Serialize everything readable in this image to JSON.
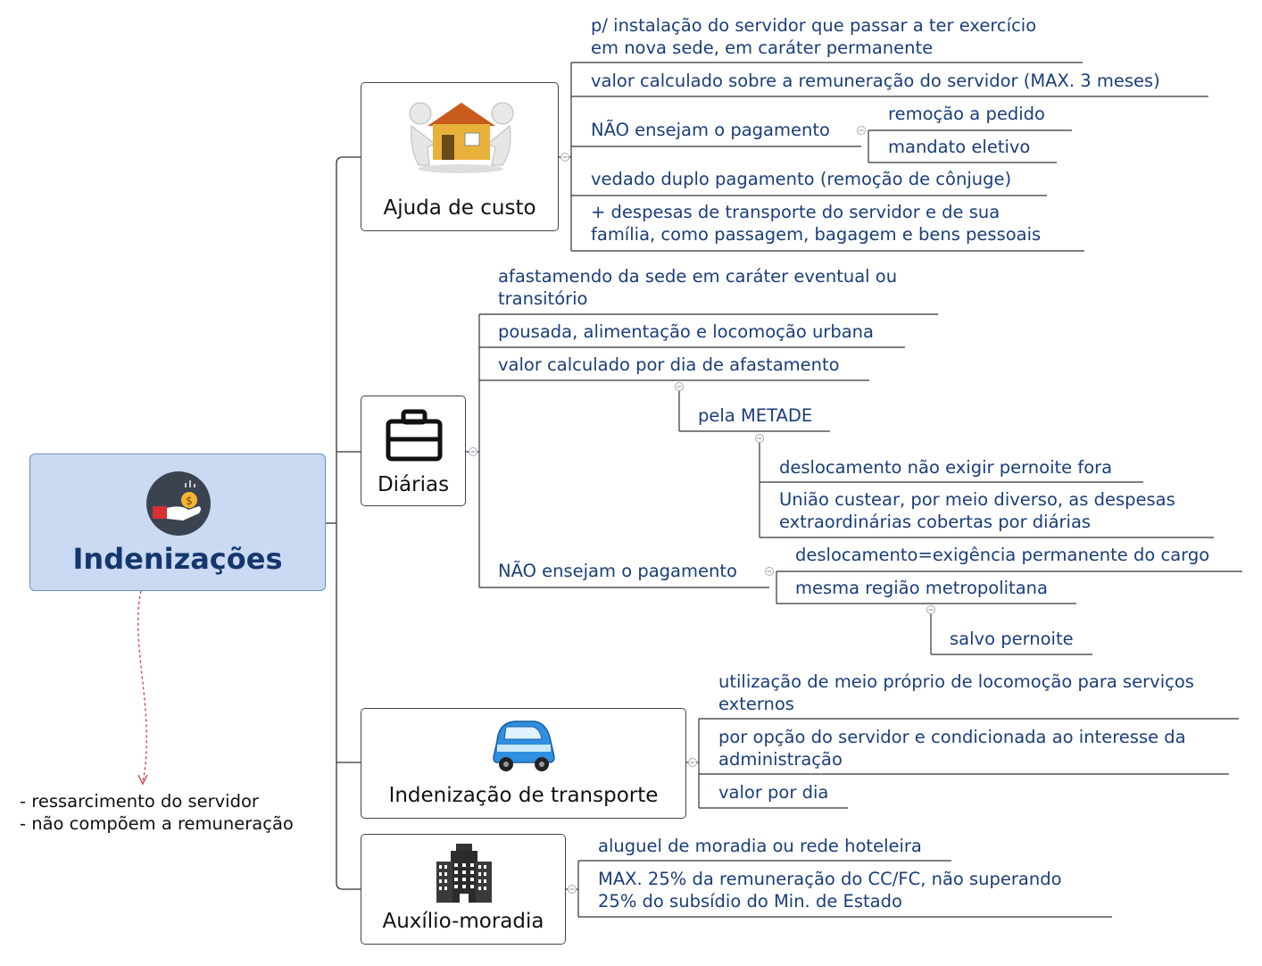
{
  "root": {
    "title": "Indenizações",
    "icon": "money-hand-icon"
  },
  "note": {
    "lines": [
      "- ressarcimento do servidor",
      "- não compõem a remuneração"
    ]
  },
  "ajuda": {
    "label": "Ajuda de custo",
    "icon": "house-moving-icon",
    "items": [
      "p/ instalação do servidor que passar a ter exercício",
      "em nova sede, em caráter permanente",
      "valor calculado sobre a remuneração do servidor (MAX. 3 meses)",
      "NÃO ensejam o pagamento",
      "remoção a pedido",
      "mandato eletivo",
      "vedado duplo pagamento (remoção de cônjuge)",
      "+ despesas de transporte do servidor e de sua",
      "família, como passagem, bagagem e bens pessoais"
    ]
  },
  "diarias": {
    "label": "Diárias",
    "icon": "briefcase-icon",
    "items": [
      "afastamendo da sede em caráter eventual ou",
      "transitório",
      "pousada, alimentação e locomoção urbana",
      "valor calculado por dia de afastamento",
      "pela METADE",
      "deslocamento não exigir pernoite fora",
      "União custear, por meio diverso, as despesas",
      "extraordinárias cobertas por diárias",
      "NÃO ensejam o pagamento",
      "deslocamento=exigência permanente do cargo",
      "mesma região metropolitana",
      "salvo pernoite"
    ]
  },
  "transporte": {
    "label": "Indenização de transporte",
    "icon": "car-icon",
    "items": [
      "utilização de meio próprio de locomoção para serviços",
      "externos",
      "por opção do servidor e condicionada ao interesse da",
      "administração",
      "valor por dia"
    ]
  },
  "moradia": {
    "label": "Auxílio-moradia",
    "icon": "hotel-building-icon",
    "items": [
      "aluguel de moradia ou rede hoteleira",
      "MAX. 25% da remuneração do CC/FC, não superando",
      "25% do subsídio do Min. de Estado"
    ]
  },
  "colors": {
    "topic_text": "#1a3e7a",
    "root_fill": "#c9daf2",
    "root_text": "#16366e",
    "dashed_link": "#d03a3a"
  }
}
